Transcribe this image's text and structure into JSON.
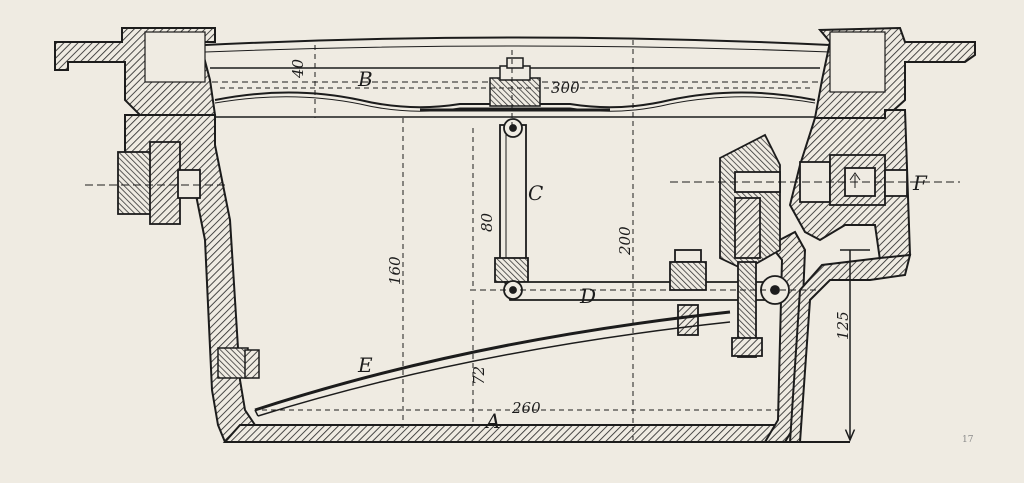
{
  "labels": {
    "a": "A",
    "b": "B",
    "c": "C",
    "d": "D",
    "e": "E",
    "f": "F"
  },
  "dimensions": {
    "d40": "40",
    "d300": "300",
    "d80": "80",
    "d200": "200",
    "d160": "160",
    "d72": "72",
    "d260": "260",
    "d125": "125"
  },
  "corner_mark": "17",
  "colors": {
    "paper": "#efebe2",
    "ink": "#1c1c1c",
    "hatch": "#3a3a3a"
  }
}
